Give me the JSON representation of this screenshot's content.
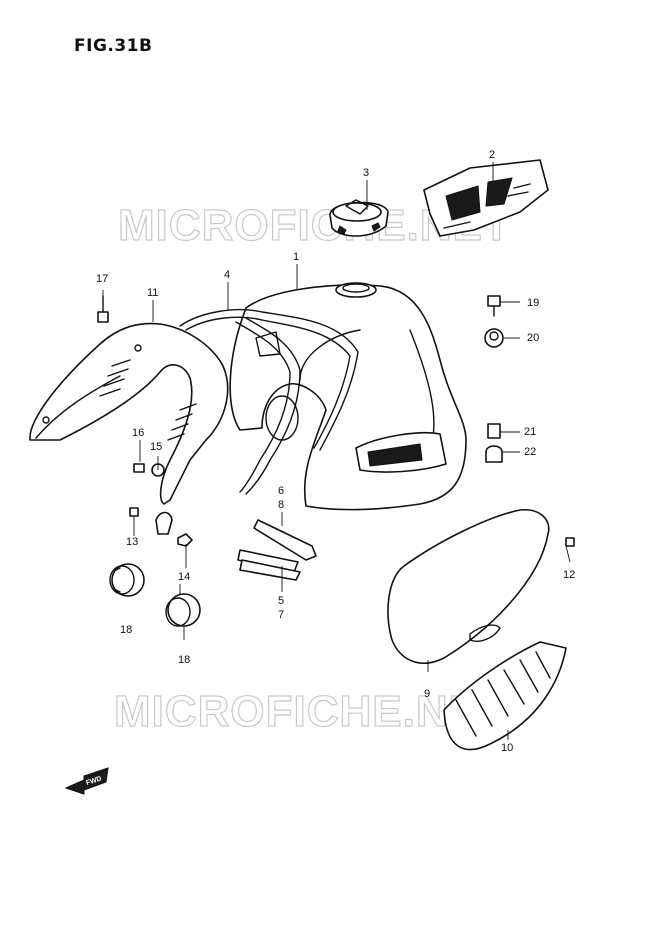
{
  "figure": {
    "title": "FIG.31B"
  },
  "watermark": "MICROFICHE.NET",
  "direction_marker": "FWD",
  "callouts": [
    "1",
    "2",
    "3",
    "4",
    "5",
    "6",
    "7",
    "8",
    "9",
    "10",
    "11",
    "12",
    "13",
    "14",
    "15",
    "16",
    "17",
    "18",
    "19",
    "20",
    "21",
    "22"
  ]
}
